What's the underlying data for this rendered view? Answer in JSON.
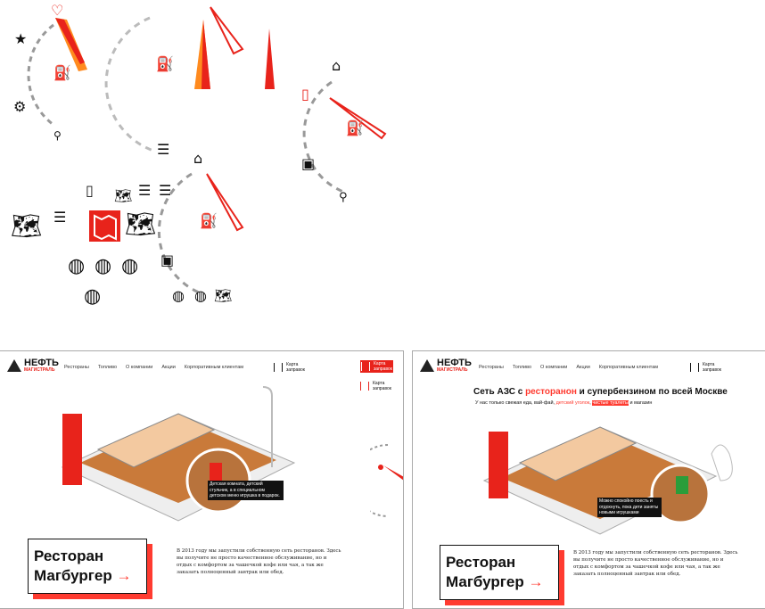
{
  "icons_sheet": {
    "icons": [
      "heart-icon",
      "star-icon",
      "fuel-icon",
      "gear-icon",
      "pin-icon",
      "home-icon",
      "cup-icon",
      "jerrycan-icon",
      "burger-icon",
      "map-icon",
      "globe-icon"
    ]
  },
  "brand": {
    "name": "НЕФТЬ",
    "sub": "МАГИСТРАЛЬ"
  },
  "nav": [
    "Рестораны",
    "Топливо",
    "О компании",
    "Акции",
    "Корпоративным клиентам"
  ],
  "map_link": {
    "line1": "Карта",
    "line2": "заправок"
  },
  "left_mock": {
    "tooltip": "Детская комната, детский стульчик, а в специальном детском меню игрушка в подарок.",
    "card_line1": "Ресторан",
    "card_line2": "Магбургер",
    "arrow": "→",
    "description": "В 2013 году мы запустили собственную сеть ресторанов. Здесь вы получите не просто качественное обслуживание, но и отдых с комфортом за чашечкой кофе или чая, а так же заказать полноценный завтрак или обед."
  },
  "right_mock": {
    "headline_a": "Сеть АЗС с ",
    "headline_red": "ресторанон",
    "headline_b": " и супербензином по всей Москве",
    "sub_a": "У нас только свежая еда, вай-фай, ",
    "sub_red": "детский уголок",
    "sub_sep": ", ",
    "sub_hl": "чистые туалеты",
    "sub_b": " и магазин",
    "tooltip": "Можно спокойно поесть и отдохнуть, пока дети заняты новыми игрушками",
    "card_line1": "Ресторан",
    "card_line2": "Магбургер",
    "arrow": "→",
    "description": "В 2013 году мы запустили собственную сеть ресторанов. Здесь вы получите не просто качественное обслуживание, но и отдых с комфортом за чашечкой кофе или чая, а так же заказать полноценный завтрак или обед."
  },
  "colors": {
    "accent": "#ff3b30",
    "orange": "#ff8a1e",
    "dark": "#111111"
  }
}
